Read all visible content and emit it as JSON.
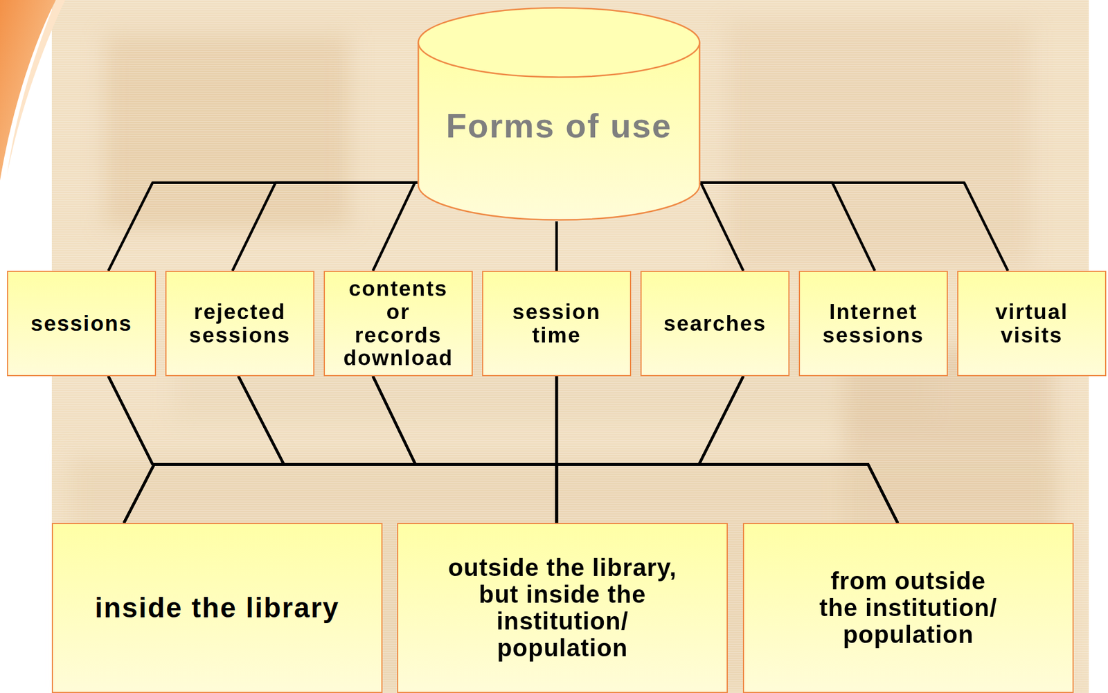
{
  "diagram": {
    "nodes": [
      {
        "text": [
          "Forms of use"
        ]
      },
      {
        "text": [
          "sessions"
        ]
      },
      {
        "text": [
          "rejected sessions"
        ]
      },
      {
        "text": [
          "contents or records download"
        ]
      },
      {
        "text": [
          "session time"
        ]
      },
      {
        "text": [
          "searches"
        ]
      },
      {
        "text": [
          "Internet sessions"
        ]
      },
      {
        "text": [
          "virtual visits"
        ]
      },
      {
        "text": [
          "inside the library"
        ]
      },
      {
        "text": [
          "outside the library, but inside the institution/ population"
        ]
      },
      {
        "text": [
          "from outside the institution/ population"
        ]
      }
    ],
    "edges": [
      {
        "from": 0,
        "to": 1,
        "arrow": "none"
      },
      {
        "from": 0,
        "to": 2,
        "arrow": "none"
      },
      {
        "from": 0,
        "to": 3,
        "arrow": "none"
      },
      {
        "from": 0,
        "to": 4,
        "arrow": "none"
      },
      {
        "from": 0,
        "to": 5,
        "arrow": "none"
      },
      {
        "from": 0,
        "to": 6,
        "arrow": "none"
      },
      {
        "from": 0,
        "to": 7,
        "arrow": "none"
      },
      {
        "from": 1,
        "to": 8,
        "arrow": "none"
      },
      {
        "from": 1,
        "to": 9,
        "arrow": "none"
      },
      {
        "from": 1,
        "to": 10,
        "arrow": "none"
      },
      {
        "from": 2,
        "to": 8,
        "arrow": "none"
      },
      {
        "from": 2,
        "to": 9,
        "arrow": "none"
      },
      {
        "from": 2,
        "to": 10,
        "arrow": "none"
      },
      {
        "from": 3,
        "to": 8,
        "arrow": "none"
      },
      {
        "from": 3,
        "to": 9,
        "arrow": "none"
      },
      {
        "from": 3,
        "to": 10,
        "arrow": "none"
      },
      {
        "from": 4,
        "to": 8,
        "arrow": "none"
      },
      {
        "from": 4,
        "to": 9,
        "arrow": "none"
      },
      {
        "from": 4,
        "to": 10,
        "arrow": "none"
      },
      {
        "from": 5,
        "to": 8,
        "arrow": "none"
      },
      {
        "from": 5,
        "to": 9,
        "arrow": "none"
      },
      {
        "from": 5,
        "to": 10,
        "arrow": "none"
      }
    ]
  }
}
